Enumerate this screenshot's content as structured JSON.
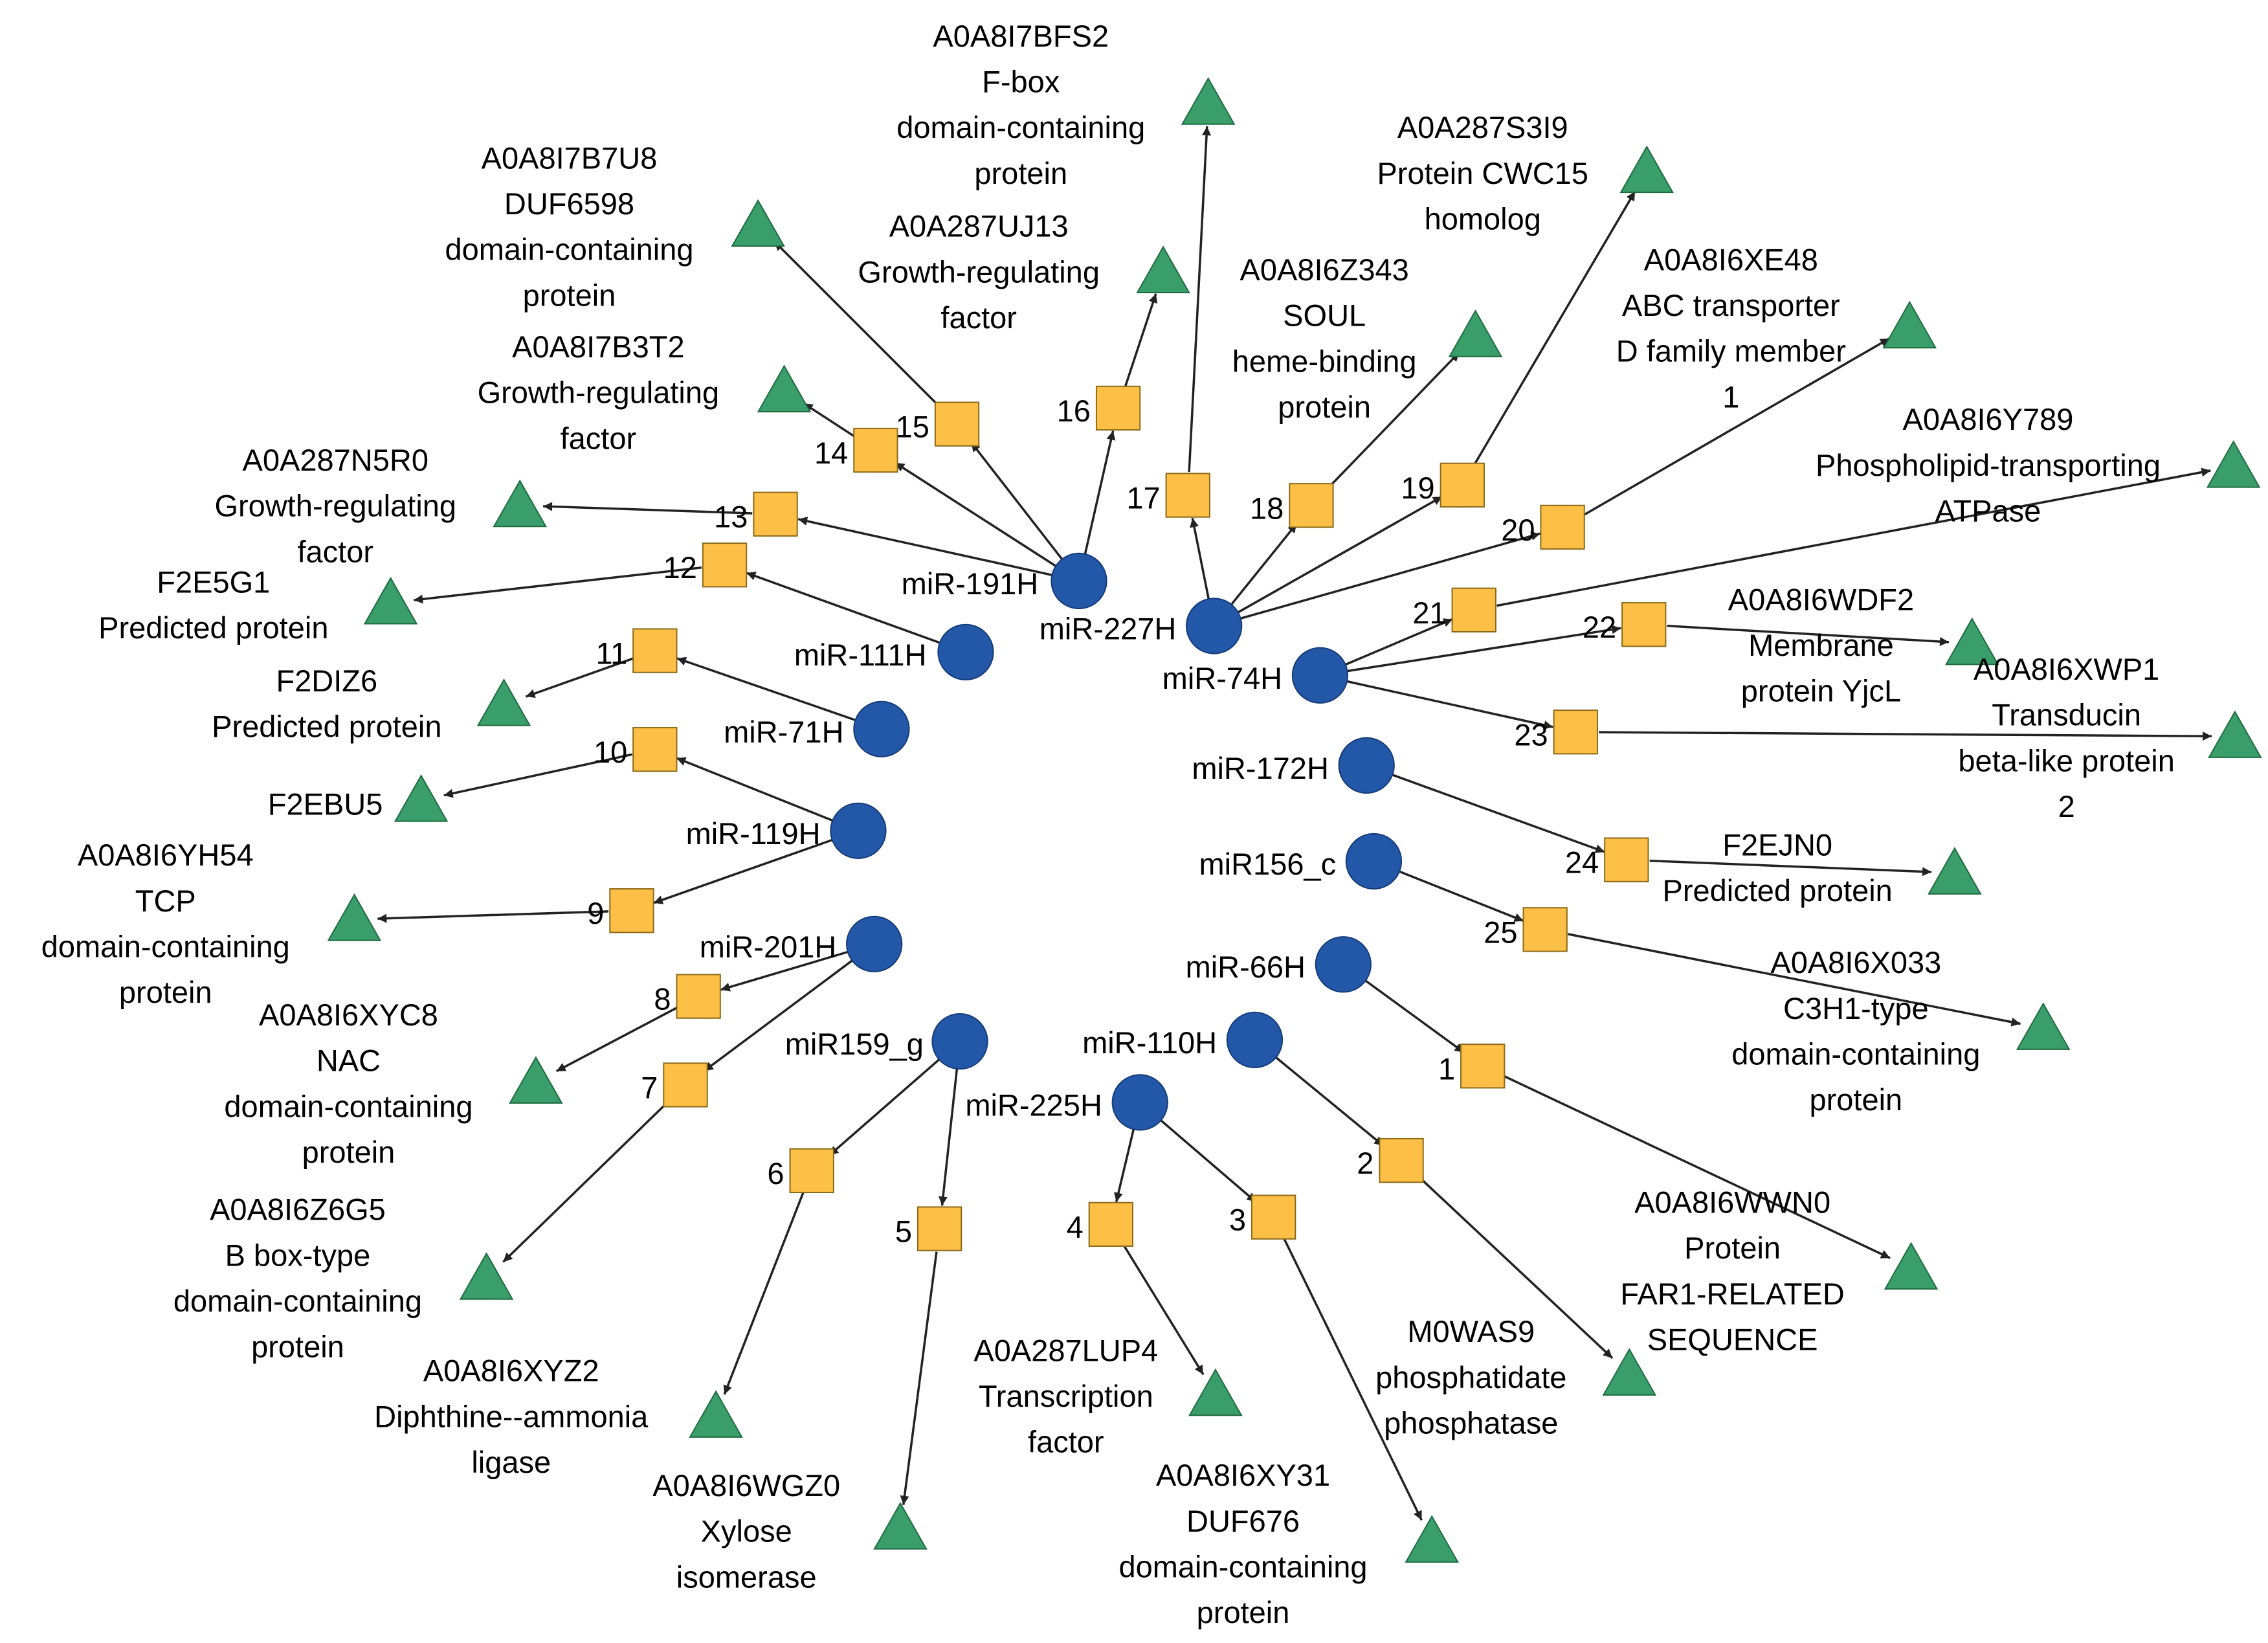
{
  "colors": {
    "mirna_node": "#2358a8",
    "mirna_stroke": "#153b78",
    "site_node": "#fdbf45",
    "site_stroke": "#8a6a1a",
    "target_node": "#3a9e6a",
    "target_stroke": "#1f6b3f",
    "edge": "#222222",
    "text": "#000000"
  },
  "mirnas": [
    {
      "id": "miR-191H",
      "label": "miR-191H"
    },
    {
      "id": "miR-227H",
      "label": "miR-227H"
    },
    {
      "id": "miR-74H",
      "label": "miR-74H"
    },
    {
      "id": "miR-111H",
      "label": "miR-111H"
    },
    {
      "id": "miR-71H",
      "label": "miR-71H"
    },
    {
      "id": "miR-119H",
      "label": "miR-119H"
    },
    {
      "id": "miR-201H",
      "label": "miR-201H"
    },
    {
      "id": "miR159_g",
      "label": "miR159_g"
    },
    {
      "id": "miR-225H",
      "label": "miR-225H"
    },
    {
      "id": "miR-110H",
      "label": "miR-110H"
    },
    {
      "id": "miR-66H",
      "label": "miR-66H"
    },
    {
      "id": "miR156_c",
      "label": "miR156_c"
    },
    {
      "id": "miR-172H",
      "label": "miR-172H"
    }
  ],
  "sites": [
    {
      "id": "1",
      "label": "1"
    },
    {
      "id": "2",
      "label": "2"
    },
    {
      "id": "3",
      "label": "3"
    },
    {
      "id": "4",
      "label": "4"
    },
    {
      "id": "5",
      "label": "5"
    },
    {
      "id": "6",
      "label": "6"
    },
    {
      "id": "7",
      "label": "7"
    },
    {
      "id": "8",
      "label": "8"
    },
    {
      "id": "9",
      "label": "9"
    },
    {
      "id": "10",
      "label": "10"
    },
    {
      "id": "11",
      "label": "11"
    },
    {
      "id": "12",
      "label": "12"
    },
    {
      "id": "13",
      "label": "13"
    },
    {
      "id": "14",
      "label": "14"
    },
    {
      "id": "15",
      "label": "15"
    },
    {
      "id": "16",
      "label": "16"
    },
    {
      "id": "17",
      "label": "17"
    },
    {
      "id": "18",
      "label": "18"
    },
    {
      "id": "19",
      "label": "19"
    },
    {
      "id": "20",
      "label": "20"
    },
    {
      "id": "21",
      "label": "21"
    },
    {
      "id": "22",
      "label": "22"
    },
    {
      "id": "23",
      "label": "23"
    },
    {
      "id": "24",
      "label": "24"
    },
    {
      "id": "25",
      "label": "25"
    }
  ],
  "targets": [
    {
      "id": "t1",
      "lines": [
        "A0A8I6WWN0",
        "Protein",
        "FAR1-RELATED",
        "SEQUENCE"
      ]
    },
    {
      "id": "t2",
      "lines": [
        "M0WAS9",
        "phosphatidate",
        "phosphatase"
      ]
    },
    {
      "id": "t3",
      "lines": [
        "A0A8I6XY31",
        "DUF676",
        "domain-containing",
        "protein"
      ]
    },
    {
      "id": "t4",
      "lines": [
        "A0A287LUP4",
        "Transcription",
        "factor"
      ]
    },
    {
      "id": "t5",
      "lines": [
        "A0A8I6WGZ0",
        "Xylose",
        "isomerase"
      ]
    },
    {
      "id": "t6",
      "lines": [
        "A0A8I6XYZ2",
        "Diphthine--ammonia",
        "ligase"
      ]
    },
    {
      "id": "t7",
      "lines": [
        "A0A8I6Z6G5",
        "B box-type",
        "domain-containing",
        "protein"
      ]
    },
    {
      "id": "t8",
      "lines": [
        "A0A8I6XYC8",
        "NAC",
        "domain-containing",
        "protein"
      ]
    },
    {
      "id": "t9",
      "lines": [
        "A0A8I6YH54",
        "TCP",
        "domain-containing",
        "protein"
      ]
    },
    {
      "id": "t10",
      "lines": [
        "F2EBU5"
      ]
    },
    {
      "id": "t11",
      "lines": [
        "F2DIZ6",
        "Predicted protein"
      ]
    },
    {
      "id": "t12",
      "lines": [
        "F2E5G1",
        "Predicted protein"
      ]
    },
    {
      "id": "t13",
      "lines": [
        "A0A287N5R0",
        "Growth-regulating",
        "factor"
      ]
    },
    {
      "id": "t14",
      "lines": [
        "A0A8I7B3T2",
        "Growth-regulating",
        "factor"
      ]
    },
    {
      "id": "t15",
      "lines": [
        "A0A8I7B7U8",
        "DUF6598",
        "domain-containing",
        "protein"
      ]
    },
    {
      "id": "t16",
      "lines": [
        "A0A287UJ13",
        "Growth-regulating",
        "factor"
      ]
    },
    {
      "id": "t17",
      "lines": [
        "A0A8I7BFS2",
        "F-box",
        "domain-containing",
        "protein"
      ]
    },
    {
      "id": "t18",
      "lines": [
        "A0A8I6Z343",
        "SOUL",
        "heme-binding",
        "protein"
      ]
    },
    {
      "id": "t19",
      "lines": [
        "A0A287S3I9",
        "Protein CWC15",
        "homolog"
      ]
    },
    {
      "id": "t20",
      "lines": [
        "A0A8I6XE48",
        "ABC transporter",
        "D family member",
        "1"
      ]
    },
    {
      "id": "t21",
      "lines": [
        "A0A8I6Y789",
        "Phospholipid-transporting",
        "ATPase"
      ]
    },
    {
      "id": "t22",
      "lines": [
        "A0A8I6WDF2",
        "Membrane",
        "protein YjcL"
      ]
    },
    {
      "id": "t23",
      "lines": [
        "A0A8I6XWP1",
        "Transducin",
        "beta-like protein",
        "2"
      ]
    },
    {
      "id": "t24",
      "lines": [
        "F2EJN0",
        "Predicted protein"
      ]
    },
    {
      "id": "t25",
      "lines": [
        "A0A8I6X033",
        "C3H1-type",
        "domain-containing",
        "protein"
      ]
    }
  ],
  "edges": [
    {
      "from": "miR-191H",
      "to": "15"
    },
    {
      "from": "miR-191H",
      "to": "14"
    },
    {
      "from": "miR-191H",
      "to": "13"
    },
    {
      "from": "miR-191H",
      "to": "16"
    },
    {
      "from": "miR-227H",
      "to": "17"
    },
    {
      "from": "miR-227H",
      "to": "18"
    },
    {
      "from": "miR-227H",
      "to": "19"
    },
    {
      "from": "miR-227H",
      "to": "20"
    },
    {
      "from": "miR-74H",
      "to": "21"
    },
    {
      "from": "miR-74H",
      "to": "22"
    },
    {
      "from": "miR-74H",
      "to": "23"
    },
    {
      "from": "miR-111H",
      "to": "12"
    },
    {
      "from": "miR-71H",
      "to": "11"
    },
    {
      "from": "miR-119H",
      "to": "10"
    },
    {
      "from": "miR-119H",
      "to": "9"
    },
    {
      "from": "miR-201H",
      "to": "8"
    },
    {
      "from": "miR-201H",
      "to": "7"
    },
    {
      "from": "miR159_g",
      "to": "6"
    },
    {
      "from": "miR159_g",
      "to": "5"
    },
    {
      "from": "miR-225H",
      "to": "4"
    },
    {
      "from": "miR-225H",
      "to": "3"
    },
    {
      "from": "miR-110H",
      "to": "2"
    },
    {
      "from": "miR-66H",
      "to": "1"
    },
    {
      "from": "miR156_c",
      "to": "25"
    },
    {
      "from": "miR-172H",
      "to": "24"
    },
    {
      "from": "1",
      "to": "t1"
    },
    {
      "from": "2",
      "to": "t2"
    },
    {
      "from": "3",
      "to": "t3"
    },
    {
      "from": "4",
      "to": "t4"
    },
    {
      "from": "5",
      "to": "t5"
    },
    {
      "from": "6",
      "to": "t6"
    },
    {
      "from": "7",
      "to": "t7"
    },
    {
      "from": "8",
      "to": "t8"
    },
    {
      "from": "9",
      "to": "t9"
    },
    {
      "from": "10",
      "to": "t10"
    },
    {
      "from": "11",
      "to": "t11"
    },
    {
      "from": "12",
      "to": "t12"
    },
    {
      "from": "13",
      "to": "t13"
    },
    {
      "from": "14",
      "to": "t14"
    },
    {
      "from": "15",
      "to": "t15"
    },
    {
      "from": "16",
      "to": "t16"
    },
    {
      "from": "17",
      "to": "t17"
    },
    {
      "from": "18",
      "to": "t18"
    },
    {
      "from": "19",
      "to": "t19"
    },
    {
      "from": "20",
      "to": "t20"
    },
    {
      "from": "21",
      "to": "t21"
    },
    {
      "from": "22",
      "to": "t22"
    },
    {
      "from": "23",
      "to": "t23"
    },
    {
      "from": "24",
      "to": "t24"
    },
    {
      "from": "25",
      "to": "t25"
    }
  ]
}
